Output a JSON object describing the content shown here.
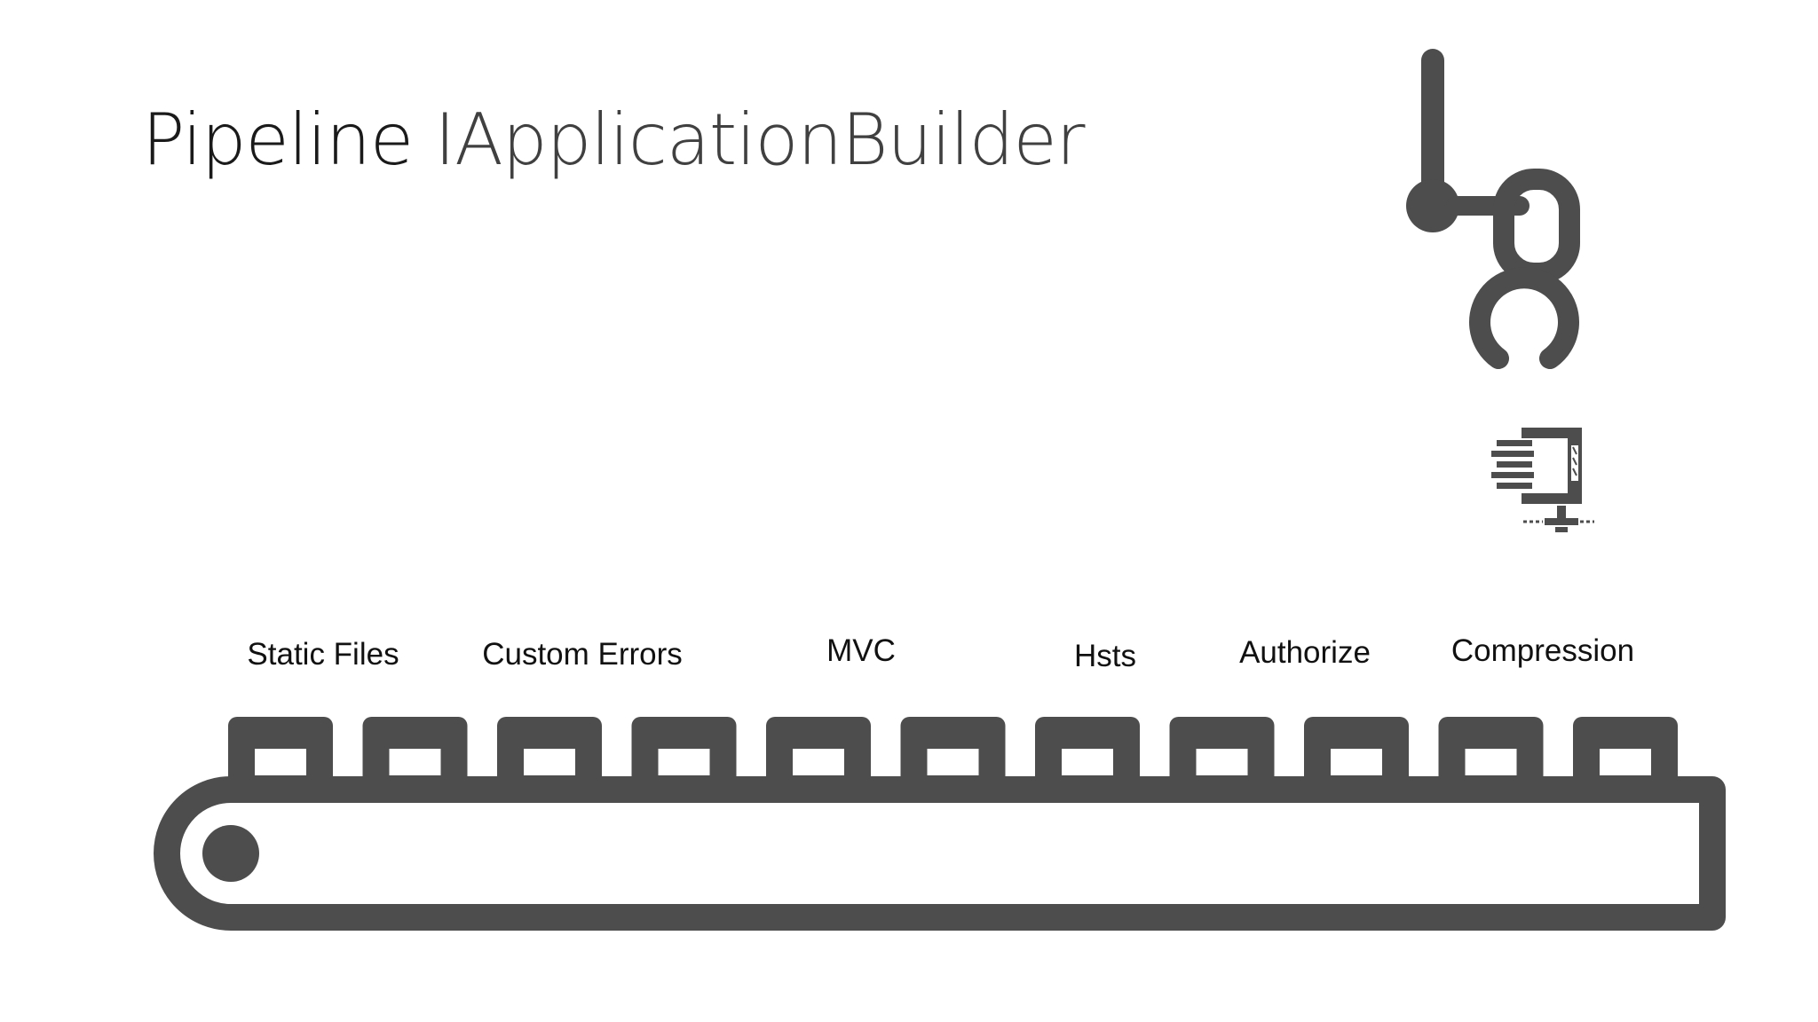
{
  "title": {
    "part1": "Pipeline",
    "part2": "IApplicationBuilder"
  },
  "stages": [
    {
      "label": "Static Files"
    },
    {
      "label": "Custom Errors"
    },
    {
      "label": "MVC"
    },
    {
      "label": "Hsts"
    },
    {
      "label": "Authorize"
    },
    {
      "label": "Compression"
    }
  ],
  "icons": {
    "robot_arm": "robot-arm-icon",
    "clamp": "compression-clamp-icon",
    "conveyor": "conveyor-belt-icon"
  },
  "colors": {
    "icon": "#4d4d4d",
    "text": "#111111",
    "title_dark": "#1a1a1a",
    "title_light": "#404040"
  }
}
